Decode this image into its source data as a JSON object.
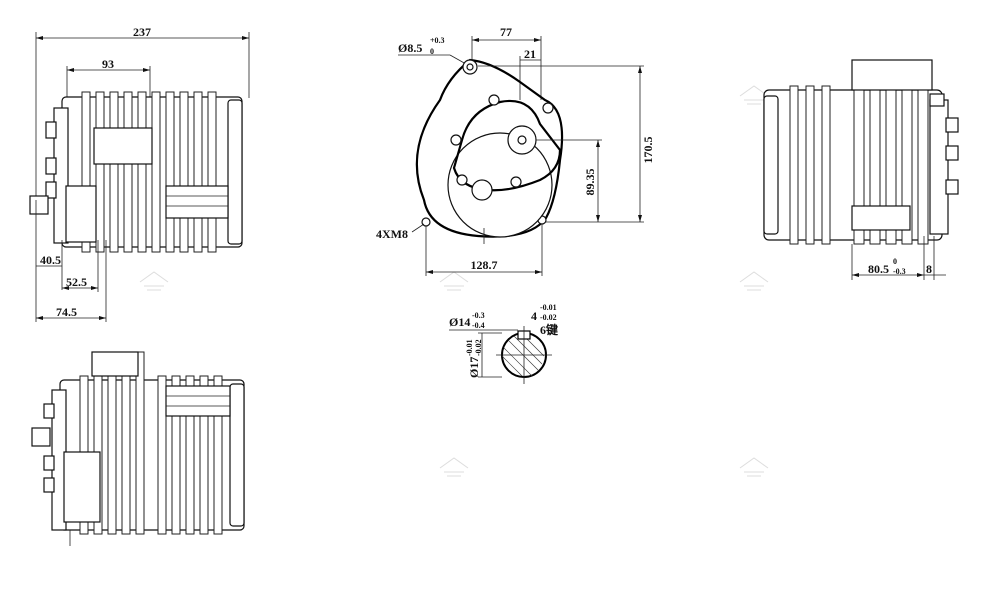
{
  "dimensions": {
    "side_view": {
      "overall_length": "237",
      "housing_length": "93",
      "offset_a": "40.5",
      "offset_b": "52.5",
      "offset_c": "74.5"
    },
    "front_view": {
      "hole_dia_label": "Ø8.5",
      "hole_dia_tol_upper": "+0.3",
      "hole_dia_tol_lower": "0",
      "width_77": "77",
      "width_21": "21",
      "height_170": "170.5",
      "height_89": "89.35",
      "width_128": "128.7",
      "bolt_label": "4XM8"
    },
    "shaft_section": {
      "dia_14": "Ø14",
      "dia_14_tol_upper": "-0.3",
      "dia_14_tol_lower": "-0.4",
      "key_width": "4",
      "key_tol_upper": "-0.01",
      "key_tol_lower": "-0.02",
      "key_label": "6键",
      "dia_17": "Ø17",
      "dia_17_tol_upper": "-0.01",
      "dia_17_tol_lower": "-0.02"
    },
    "rear_view": {
      "depth_80": "80.5",
      "depth_80_tol_upper": "0",
      "depth_80_tol_lower": "-0.3",
      "depth_8": "8"
    }
  },
  "colors": {
    "line": "#111111",
    "background": "#ffffff",
    "watermark": "#dddddd"
  },
  "icons": [
    "watermark-logo-icon"
  ]
}
